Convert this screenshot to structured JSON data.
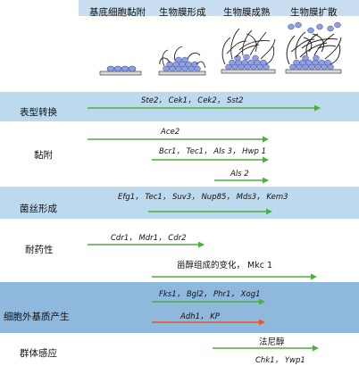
{
  "stages": {
    "adhesion": "基底细胞黏附",
    "formation": "生物膜形成",
    "maturation": "生物膜成熟",
    "dispersal": "生物膜扩散"
  },
  "processes": {
    "phenotype": "表型转换",
    "adhesion": "黏附",
    "hyphae": "菌丝形成",
    "resistance": "耐药性",
    "matrix": "细胞外基质产生",
    "quorum": "群体感应"
  },
  "genes": {
    "phenotype": "Ste2， Cek1， Cek2， Sst2",
    "adhesion_1": "Ace2",
    "adhesion_2": "Bcr1， Tec1， Als 3， Hwp 1",
    "adhesion_3": "Als 2",
    "hyphae": "Efg1， Tec1， Suv3， Nup85， Mds3， Kem3",
    "resistance_1": "Cdr1， Mdr1， Cdr2",
    "resistance_2": "甾醇组成的变化， Mkc 1",
    "matrix_1": "Fks1， Bgl2， Phr1， Xog1",
    "matrix_2": "Adh1， KP",
    "quorum_1": "法尼醇",
    "quorum_2": "Chk1， Ywp1"
  },
  "colors": {
    "green_arrow": "#4caf3c",
    "red_arrow": "#e8532a",
    "band_light": "#bcd9ee",
    "band_mid": "#8fb8dd",
    "cell": "#8f9fe0"
  }
}
